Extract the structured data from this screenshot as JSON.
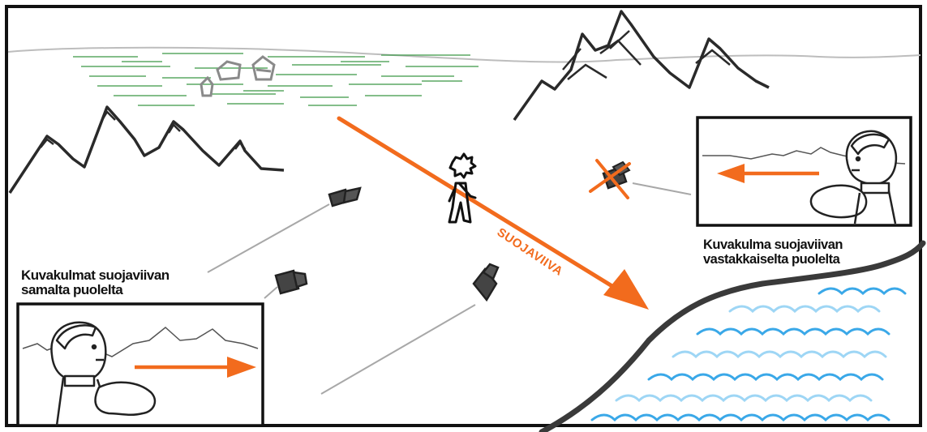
{
  "line_label": "SUOJAVIIVA",
  "left_caption": {
    "line1": "Kuvakulmat suojaviivan",
    "line2": "samalta puolelta"
  },
  "right_caption": {
    "line1": "Kuvakulma suojaviivan",
    "line2": "vastakkaiselta puolelta"
  },
  "colors": {
    "axis_line": "#f26b1d",
    "ink": "#222222",
    "sea": "#3aa8e8",
    "sea_light": "#9ed6f5",
    "lake": "#3f9a4a",
    "hill_line": "#bdbdbd",
    "background": "#ffffff"
  },
  "icons": {
    "camera": "video-camera-icon",
    "crossed_camera": "crossed-out-camera-icon",
    "person": "walking-person-icon",
    "arrow": "direction-arrow-icon"
  }
}
